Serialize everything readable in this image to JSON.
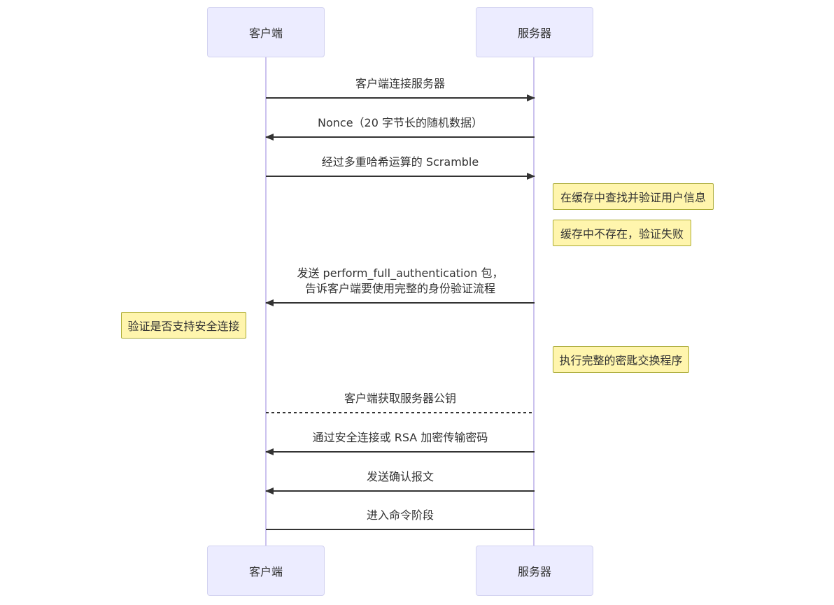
{
  "diagram_type": "sequence-diagram",
  "colors": {
    "background": "#ffffff",
    "actor_fill": "#ECECFF",
    "actor_border": "#d2d2f0",
    "lifeline": "#cbc2ee",
    "note_fill": "#fff5ad",
    "note_border": "#aaaa33",
    "line": "#333333",
    "text": "#333333"
  },
  "actors": {
    "client": {
      "label": "客户端"
    },
    "server": {
      "label": "服务器"
    }
  },
  "messages": [
    {
      "text": "客户端连接服务器",
      "from": "client",
      "to": "server",
      "line": "solid",
      "arrow": "right"
    },
    {
      "text": "Nonce（20 字节长的随机数据）",
      "from": "server",
      "to": "client",
      "line": "solid",
      "arrow": "left"
    },
    {
      "text": "经过多重哈希运算的 Scramble",
      "from": "client",
      "to": "server",
      "line": "solid",
      "arrow": "right"
    },
    {
      "text": "发送 perform_full_authentication 包，\n告诉客户端要使用完整的身份验证流程",
      "from": "server",
      "to": "client",
      "line": "solid",
      "arrow": "left"
    },
    {
      "text": "客户端获取服务器公钥",
      "from": "client",
      "to": "server",
      "line": "dashed",
      "arrow": "none"
    },
    {
      "text": "通过安全连接或 RSA 加密传输密码",
      "from": "server",
      "to": "client",
      "line": "solid",
      "arrow": "left"
    },
    {
      "text": "发送确认报文",
      "from": "server",
      "to": "client",
      "line": "solid",
      "arrow": "left"
    },
    {
      "text": "进入命令阶段",
      "from": "client",
      "to": "server",
      "line": "solid",
      "arrow": "none"
    }
  ],
  "notes": [
    {
      "text": "在缓存中查找并验证用户信息",
      "side": "right-of-server"
    },
    {
      "text": "缓存中不存在，验证失败",
      "side": "right-of-server"
    },
    {
      "text": "验证是否支持安全连接",
      "side": "left-of-client"
    },
    {
      "text": "执行完整的密匙交换程序",
      "side": "right-of-server"
    }
  ]
}
